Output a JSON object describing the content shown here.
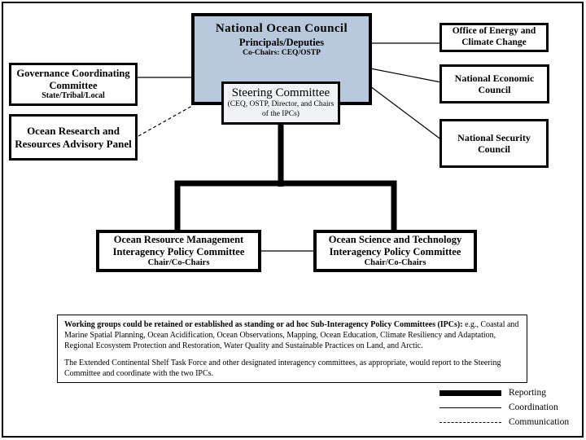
{
  "boxes": {
    "noc": {
      "title": "National Ocean Council",
      "line2": "Principals/Deputies",
      "line3": "Co-Chairs: CEQ/OSTP"
    },
    "steering": {
      "title": "Steering Committee",
      "line2": "(CEQ, OSTP, Director, and Chairs of the IPCs)"
    },
    "gcc": {
      "title": "Governance Coordinating Committee",
      "line2": "State/Tribal/Local"
    },
    "orrap": {
      "title": "Ocean Research and Resources Advisory Panel"
    },
    "oecc": {
      "title": "Office of Energy and Climate Change"
    },
    "nec": {
      "title": "National Economic Council"
    },
    "nsc": {
      "title": "National Security Council"
    },
    "ormipc": {
      "title": "Ocean Resource Management Interagency Policy Committee",
      "line2": "Chair/Co-Chairs"
    },
    "ostipc": {
      "title": "Ocean Science and Technology Interagency Policy Committee",
      "line2": "Chair/Co-Chairs"
    }
  },
  "footnote": {
    "para1_bold": "Working groups could be retained or established as standing or ad hoc Sub-Interagency Policy Committees (IPCs):",
    "para1_regular": " e.g., Coastal and Marine Spatial Planning, Ocean Acidification, Ocean Observations, Mapping, Ocean Education, Climate Resiliency and Adaptation, Regional Ecosystem Protection and Restoration, Water Quality and Sustainable Practices on Land, and Arctic.",
    "para2": "The Extended Continental Shelf Task Force and other designated interagency committees, as appropriate, would report to the Steering Committee and coordinate with the two IPCs."
  },
  "legend": {
    "items": [
      {
        "label": "Reporting",
        "line_style": "thick-solid"
      },
      {
        "label": "Coordination",
        "line_style": "thin-solid"
      },
      {
        "label": "Communication",
        "line_style": "dashed"
      }
    ]
  },
  "connections": [
    {
      "from": "Governance Coordinating Committee",
      "to": "National Ocean Council",
      "type": "Coordination"
    },
    {
      "from": "Ocean Research and Resources Advisory Panel",
      "to": "National Ocean Council",
      "type": "Communication"
    },
    {
      "from": "National Ocean Council",
      "to": "Office of Energy and Climate Change",
      "type": "Coordination"
    },
    {
      "from": "National Ocean Council",
      "to": "National Economic Council",
      "type": "Coordination"
    },
    {
      "from": "National Ocean Council",
      "to": "National Security Council",
      "type": "Coordination"
    },
    {
      "from": "Steering Committee",
      "to": "Ocean Resource Management Interagency Policy Committee",
      "type": "Reporting"
    },
    {
      "from": "Steering Committee",
      "to": "Ocean Science and Technology Interagency Policy Committee",
      "type": "Reporting"
    },
    {
      "from": "Ocean Resource Management Interagency Policy Committee",
      "to": "Ocean Science and Technology Interagency Policy Committee",
      "type": "Coordination"
    }
  ],
  "colors": {
    "noc_fill": "#b8c9dd",
    "steering_fill": "#f0f2f4",
    "line": "#000000",
    "page_bg": "#ffffff"
  }
}
